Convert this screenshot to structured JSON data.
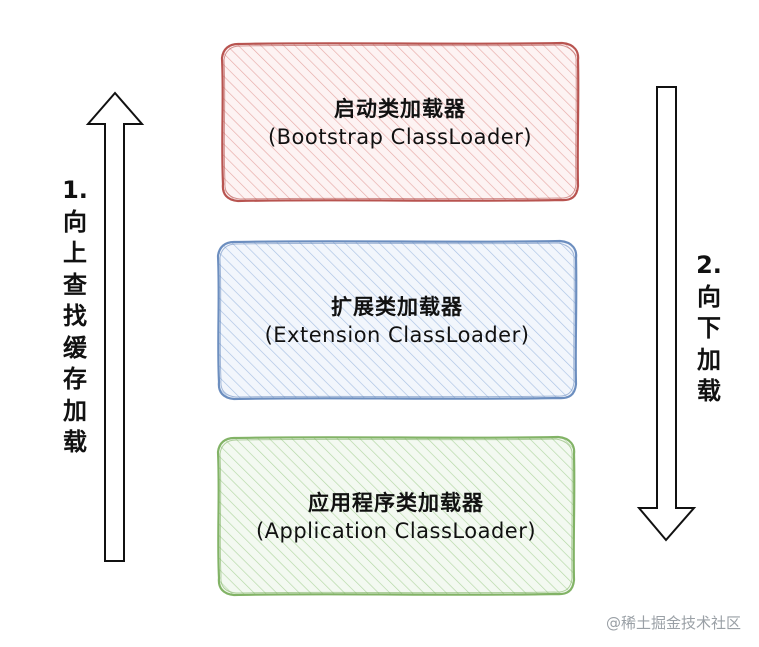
{
  "boxes": [
    {
      "title_zh": "启动类加载器",
      "title_en": "(Bootstrap ClassLoader)",
      "stroke": "#b85450",
      "fill": "#f8cecc"
    },
    {
      "title_zh": "扩展类加载器",
      "title_en": "(Extension ClassLoader)",
      "stroke": "#6c8ebf",
      "fill": "#dae8fc"
    },
    {
      "title_zh": "应用程序类加载器",
      "title_en": "(Application ClassLoader)",
      "stroke": "#82b366",
      "fill": "#d5e8d4"
    }
  ],
  "left_arrow": {
    "direction": "up",
    "label_chars": [
      "1.",
      "向",
      "上",
      "查",
      "找",
      "缓",
      "存",
      "加",
      "载"
    ]
  },
  "right_arrow": {
    "direction": "down",
    "label_chars": [
      "2.",
      "向",
      "下",
      "加",
      "载"
    ]
  },
  "watermark": "@稀土掘金技术社区"
}
